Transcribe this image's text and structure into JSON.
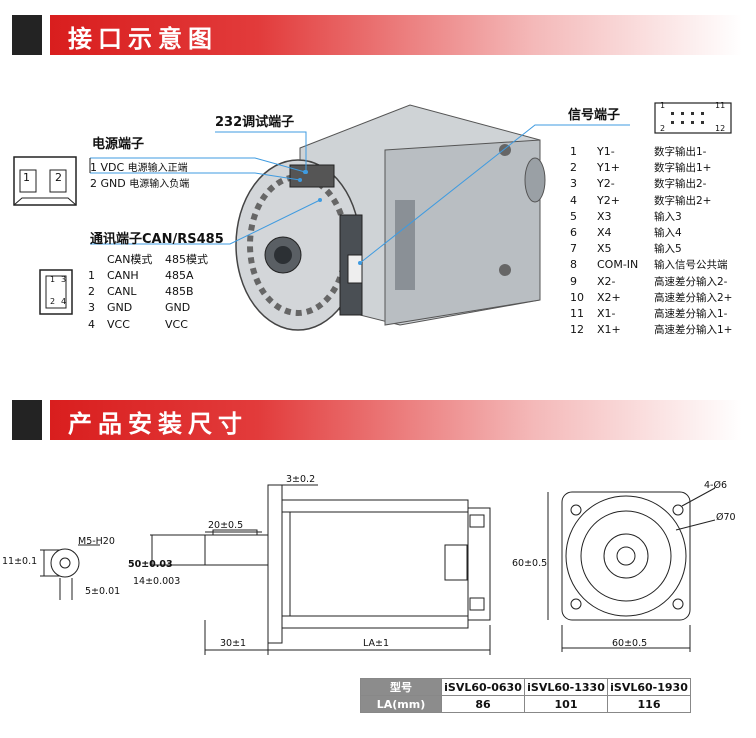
{
  "section1": {
    "title": "接口示意图"
  },
  "section2": {
    "title": "产品安装尺寸"
  },
  "power": {
    "heading": "电源端子",
    "pin_labels": [
      "1",
      "2"
    ],
    "rows": [
      {
        "pin": "1 VDC",
        "desc": "电源输入正端"
      },
      {
        "pin": "2 GND",
        "desc": "电源输入负端"
      }
    ]
  },
  "debug": {
    "heading": "232调试端子"
  },
  "comm": {
    "heading": "通讯端子CAN/RS485",
    "connector_labels": [
      "1",
      "3",
      "2",
      "4"
    ],
    "col_headers": [
      "CAN模式",
      "485模式"
    ],
    "rows": [
      {
        "pin": "1",
        "can": "CANH",
        "rs485": "485A"
      },
      {
        "pin": "2",
        "can": "CANL",
        "rs485": "485B"
      },
      {
        "pin": "3",
        "can": "GND",
        "rs485": "GND"
      },
      {
        "pin": "4",
        "can": "VCC",
        "rs485": "VCC"
      }
    ]
  },
  "signal": {
    "heading": "信号端子",
    "connector_labels": [
      "1",
      "11",
      "2",
      "12"
    ],
    "rows": [
      {
        "pin": "1",
        "name": "Y1-",
        "desc": "数字输出1-"
      },
      {
        "pin": "2",
        "name": "Y1+",
        "desc": "数字输出1+"
      },
      {
        "pin": "3",
        "name": "Y2-",
        "desc": "数字输出2-"
      },
      {
        "pin": "4",
        "name": "Y2+",
        "desc": "数字输出2+"
      },
      {
        "pin": "5",
        "name": "X3",
        "desc": "输入3"
      },
      {
        "pin": "6",
        "name": "X4",
        "desc": "输入4"
      },
      {
        "pin": "7",
        "name": "X5",
        "desc": "输入5"
      },
      {
        "pin": "8",
        "name": "COM-IN",
        "desc": "输入信号公共端"
      },
      {
        "pin": "9",
        "name": "X2-",
        "desc": "高速差分输入2-"
      },
      {
        "pin": "10",
        "name": "X2+",
        "desc": "高速差分输入2+"
      },
      {
        "pin": "11",
        "name": "X1-",
        "desc": "高速差分输入1-"
      },
      {
        "pin": "12",
        "name": "X1+",
        "desc": "高速差分输入1+"
      }
    ]
  },
  "dimensions": {
    "shaft_thread": "M5-H20",
    "shaft_11": "11±0.1",
    "shaft_5": "5±0.01",
    "tol_3": "3±0.2",
    "key_20": "20±0.5",
    "d_50": "50±0.03",
    "d_14": "14±0.003",
    "len_30": "30±1",
    "len_la": "LA±1",
    "holes": "4-Ø6",
    "circle": "Ø70",
    "h_60": "60±0.5",
    "w_60": "60±0.5"
  },
  "spec_table": {
    "header_label": "型号",
    "row_label": "LA(mm)",
    "models": [
      "iSVL60-0630",
      "iSVL60-1330",
      "iSVL60-1930"
    ],
    "la_values": [
      "86",
      "101",
      "116"
    ]
  },
  "colors": {
    "accent_red": "#d91e1e",
    "leader_blue": "#3f9be0",
    "dark_block": "#232323"
  }
}
